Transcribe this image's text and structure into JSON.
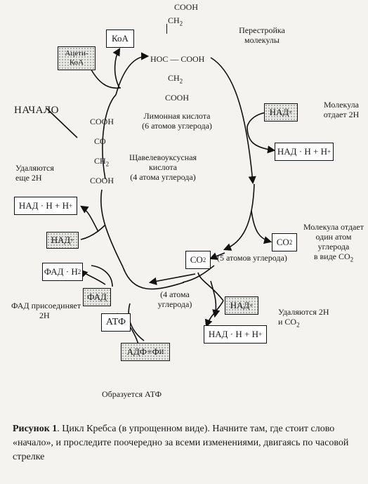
{
  "molecule_top": {
    "l1": "COOH",
    "l2": "CH",
    "l2_sub": "2",
    "l3": "HOC — COOH",
    "l4": "CH",
    "l4_sub": "2",
    "l5": "COOH"
  },
  "molecule_left": {
    "l1": "COOH",
    "l2": "CO",
    "l3": "CH",
    "l3_sub": "2",
    "l4": "COOH"
  },
  "labels": {
    "koa": "КоА",
    "acetyl_koa_1": "Ацети-",
    "acetyl_koa_2": "КоА",
    "start": "НАЧАЛО",
    "rearrangement_1": "Перестройка",
    "rearrangement_2": "молекулы",
    "citric_1": "Лимонная кислота",
    "citric_2": "(6 атомов углерода)",
    "oxalo_1": "Щавелевоуксусная",
    "oxalo_2": "кислота",
    "oxalo_3": "(4 атома углерода)",
    "removed_more_1": "Удаляются",
    "removed_more_2": "еще 2Н",
    "gives_2h_1": "Молекула",
    "gives_2h_2": "отдает 2Н",
    "gives_carbon_1": "Молекула отдает",
    "gives_carbon_2": "один атом",
    "gives_carbon_3": "углерода",
    "gives_carbon_4": "в виде CO",
    "gives_carbon_4_sub": "2",
    "five_carbons": "(5 атомов углерода)",
    "four_carbons_1": "(4 атома",
    "four_carbons_2": "углерода)",
    "removed_2h_co2_1": "Удаляются 2Н",
    "removed_2h_co2_2": "и CO",
    "removed_2h_co2_2_sub": "2",
    "fad_adds_1": "ФАД присоединяет",
    "fad_adds_2": "2Н",
    "atp_formed": "Образуется АТФ"
  },
  "boxes": {
    "nad": "НАД",
    "nad_sup": "+",
    "nadh": "НАД · Н + Н",
    "nadh_sup": "+",
    "co2": "CO",
    "co2_sub": "2",
    "fad": "ФАД",
    "fadh2": "ФАД · Н",
    "fadh2_sub": "2",
    "atp": "АТФ",
    "adp": "АДФ+Ф",
    "adp_sub": "И"
  },
  "caption": {
    "title": "Рисунок 1",
    "text": ". Цикл Кребса (в упрощенном виде). Начните там, где стоит слово «начало», и проследите поочередно за всеми изменениями, двигаясь по часовой стрелке"
  }
}
